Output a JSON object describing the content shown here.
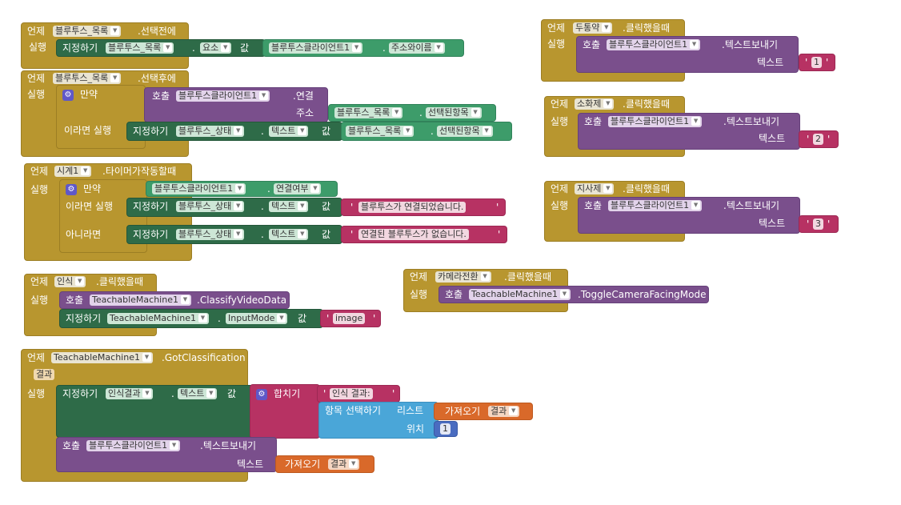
{
  "kw": {
    "when": "언제",
    "do": "실행",
    "set": "지정하기",
    "call": "호출",
    "if": "만약",
    "then": "이라면 실행",
    "else": "아니라면",
    "to": "값",
    "dot": ".",
    "address": "주소",
    "text_arg": "텍스트",
    "join": "합치기",
    "select_item": "항목 선택하기",
    "list_arg": "리스트",
    "index_arg": "위치",
    "get": "가져오기",
    "quote": "'"
  },
  "b1": {
    "comp": "블루투스_목록",
    "event": ".선택전에",
    "set_comp": "블루투스_목록",
    "set_prop": "요소",
    "get_comp": "블루투스클라이언트1",
    "get_prop": "주소와이름"
  },
  "b2": {
    "comp": "블루투스_목록",
    "event": ".선택후에",
    "call_comp": "블루투스클라이언트1",
    "call_method": ".연결",
    "addr_comp": "블루투스_목록",
    "addr_prop": "선택된항목",
    "set_comp": "블루투스_상태",
    "set_prop": "텍스트",
    "val_comp": "블루투스_목록",
    "val_prop": "선택된항목"
  },
  "b3": {
    "comp": "시계1",
    "event": ".타이머가작동할때",
    "cond_comp": "블루투스클라이언트1",
    "cond_prop": "연결여부",
    "set_comp": "블루투스_상태",
    "set_prop": "텍스트",
    "then_text": "블루투스가 연결되었습니다.",
    "else_text": "연결된 블루투스가 없습니다."
  },
  "b4": {
    "comp": "인식",
    "event": ".클릭했을때",
    "call_comp": "TeachableMachine1",
    "call_method": ".ClassifyVideoData",
    "set_comp": "TeachableMachine1",
    "set_prop": "InputMode",
    "val_text": "image"
  },
  "b5": {
    "comp": "TeachableMachine1",
    "event": ".GotClassification",
    "param": "결과",
    "set_comp": "인식결과",
    "set_prop": "텍스트",
    "join_text": "인식 결과:",
    "get_var": "결과",
    "index": "1",
    "call_comp": "블루투스클라이언트1",
    "call_method": ".텍스트보내기",
    "send_var": "결과"
  },
  "b6": {
    "comp": "두통약",
    "event": ".클릭했을때",
    "call_comp": "블루투스클라이언트1",
    "call_method": ".텍스트보내기",
    "val": "1"
  },
  "b7": {
    "comp": "소화제",
    "event": ".클릭했을때",
    "call_comp": "블루투스클라이언트1",
    "call_method": ".텍스트보내기",
    "val": "2"
  },
  "b8": {
    "comp": "지사제",
    "event": ".클릭했을때",
    "call_comp": "블루투스클라이언트1",
    "call_method": ".텍스트보내기",
    "val": "3"
  },
  "b9": {
    "comp": "카메라전환",
    "event": ".클릭했을때",
    "call_comp": "TeachableMachine1",
    "call_method": ".ToggleCameraFacingMode"
  },
  "colors": {
    "event": "#b8962f",
    "setter": "#2e6b48",
    "procedure": "#7a4f8c",
    "text": "#b73263",
    "list": "#4aa6d8",
    "variable": "#d9692a",
    "number": "#4a6cc0"
  },
  "icons": {
    "dropdown": "triangle-down-icon",
    "mutator": "gear-icon"
  }
}
